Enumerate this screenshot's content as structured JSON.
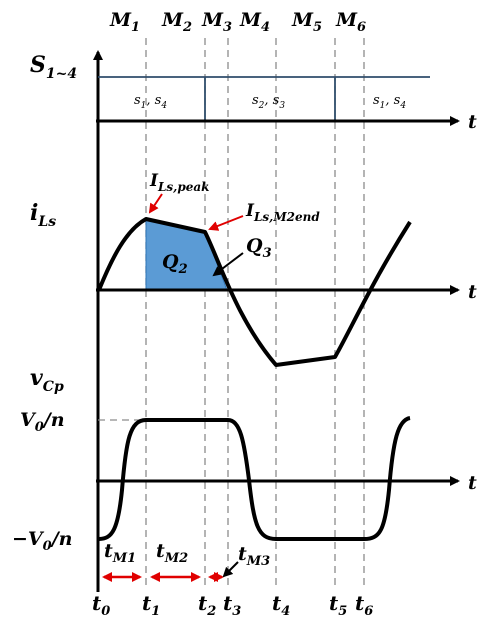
{
  "mode_labels": [
    "M",
    "M",
    "M",
    "M",
    "M",
    "M"
  ],
  "mode_subscripts": [
    "1",
    "2",
    "3",
    "4",
    "5",
    "6"
  ],
  "switch_axis_label": "S",
  "switch_axis_subscript": "1~4",
  "switch_segments": [
    {
      "text": "s",
      "sub1": "1",
      "mid": ", s",
      "sub2": "4"
    },
    {
      "text": "s",
      "sub1": "2",
      "mid": ", s",
      "sub2": "3"
    },
    {
      "text": "s",
      "sub1": "1",
      "mid": ", s",
      "sub2": "4"
    }
  ],
  "current_axis_label": "i",
  "current_axis_subscript": "Ls",
  "voltage_axis_label": "v",
  "voltage_axis_subscript": "Cp",
  "time_label": "t",
  "annotations": {
    "peak": {
      "base": "I",
      "sub": "Ls,peak"
    },
    "m2end": {
      "base": "I",
      "sub": "Ls,M2end"
    },
    "q2": {
      "base": "Q",
      "sub": "2"
    },
    "q3": {
      "base": "Q",
      "sub": "3"
    }
  },
  "voltage_levels": {
    "positive": {
      "base": "V",
      "sub": "0",
      "tail": "/n"
    },
    "negative": {
      "base": "−V",
      "sub": "0",
      "tail": "/n"
    }
  },
  "durations": [
    {
      "base": "t",
      "sub": "M1"
    },
    {
      "base": "t",
      "sub": "M2"
    },
    {
      "base": "t",
      "sub": "M3"
    }
  ],
  "time_instants": [
    {
      "base": "t",
      "sub": "0"
    },
    {
      "base": "t",
      "sub": "1"
    },
    {
      "base": "t",
      "sub": "2"
    },
    {
      "base": "t",
      "sub": "3"
    },
    {
      "base": "t",
      "sub": "4"
    },
    {
      "base": "t",
      "sub": "5"
    },
    {
      "base": "t",
      "sub": "6"
    }
  ],
  "colors": {
    "charge_fill": "#5b9bd5",
    "charge_edge": "#2e75b6",
    "switch_trace": "#2f4d6b",
    "marker_arrow": "#e00000",
    "dashed_line": "#8c8c8c"
  }
}
